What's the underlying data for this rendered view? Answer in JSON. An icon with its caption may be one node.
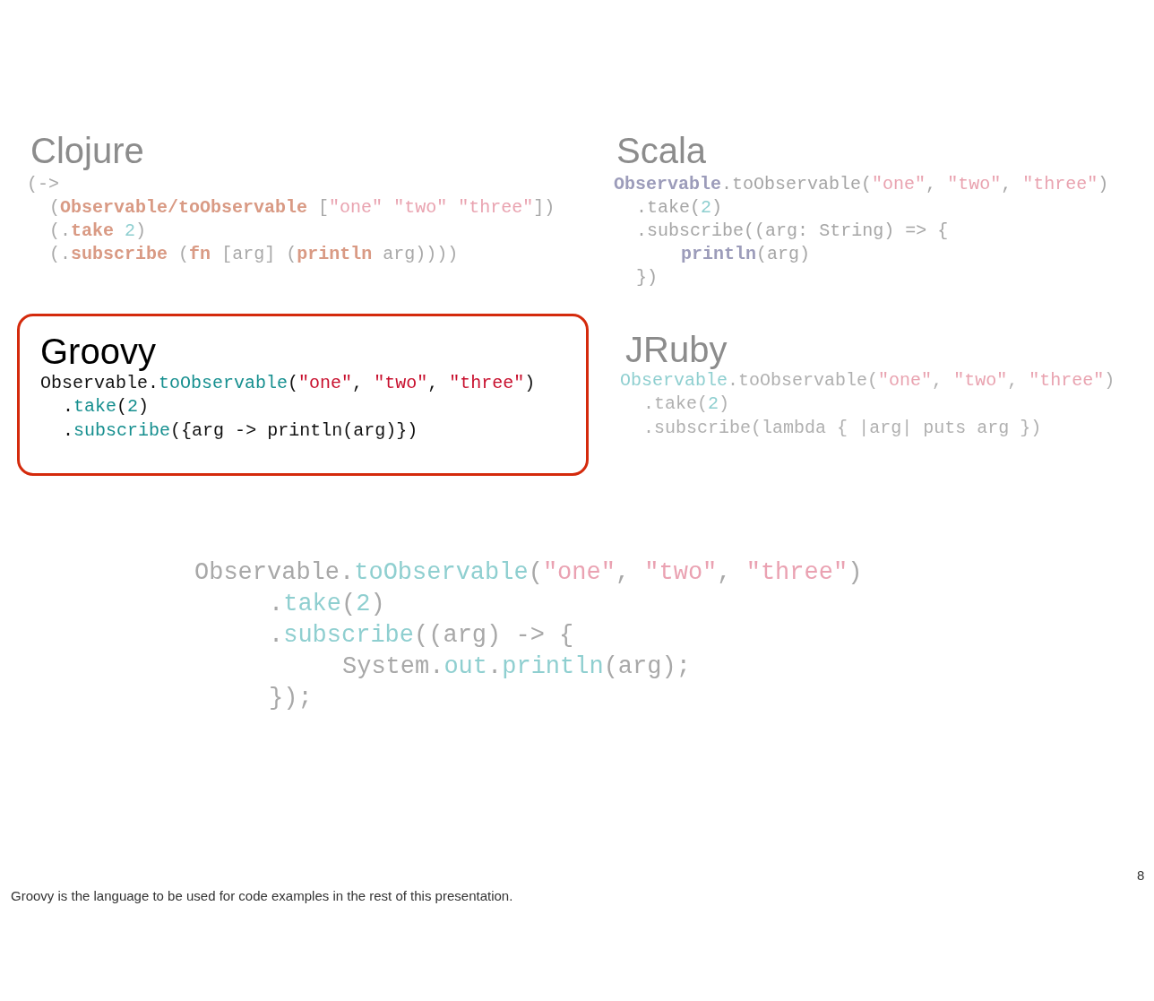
{
  "diagram": {
    "nodes": [
      {
        "text": [
          "Groovy",
          "Observable.toObservable(\"one\", \"two\", \"three\")",
          ".take(2)",
          ".subscribe({arg -> println(arg)})"
        ]
      }
    ],
    "edges": [],
    "labels": [
      "Clojure",
      "(->",
      "(Observable/toObservable [\"one\" \"two\" \"three\"])",
      "(.take 2)",
      "(.subscribe (fn [arg] (println arg))))",
      "Scala",
      "Observable.toObservable(\"one\", \"two\", \"three\")",
      ".take(2)",
      ".subscribe((arg: String) => {",
      "println(arg)",
      "})",
      "JRuby",
      "Observable.toObservable(\"one\", \"two\", \"three\")",
      ".take(2)",
      ".subscribe(lambda { |arg| puts arg })",
      "Observable.toObservable(\"one\", \"two\", \"three\")",
      ".take(2)",
      ".subscribe((arg) -> {",
      "System.out.println(arg);",
      "});",
      "8",
      "Groovy is the language to be used for code examples in the rest of this presentation."
    ]
  }
}
